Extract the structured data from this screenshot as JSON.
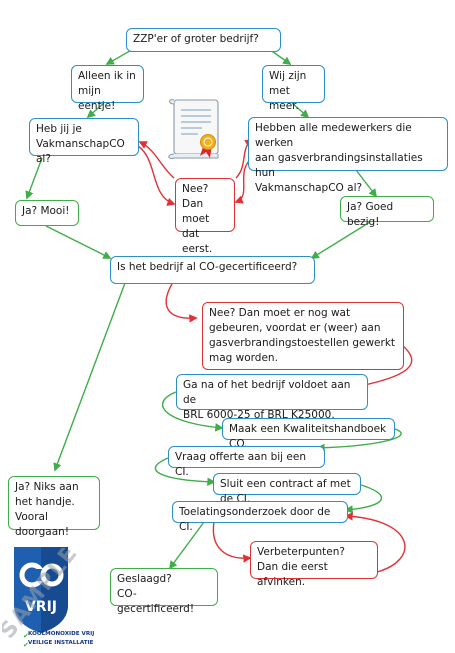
{
  "nodes": {
    "zzp_question": "ZZP'er of groter bedrijf?",
    "alone": "Alleen ik in\nmijn eentje!",
    "more": "Wij zijn\nmet meer.",
    "has_vakmanschap": "Heb jij je\nVakmanschapCO al?",
    "all_employees": "Hebben alle medewerkers die werken\naan gasverbrandingsinstallaties hun\nVakmanschapCO al?",
    "no_first": "Nee?\nDan moet\ndat eerst.",
    "yes_nice": "Ja? Mooi!",
    "yes_good": "Ja? Goed bezig!",
    "certified_question": "Is het bedrijf al CO-gecertificeerd?",
    "no_more_needed": "Nee? Dan moet er nog wat\ngebeuren, voordat er (weer) aan\ngasverbrandingstoestellen gewerkt\nmag worden.",
    "check_brl": "Ga na of het bedrijf voldoet aan de\nBRL 6000-25 of BRL K25000.",
    "handbook": "Maak een Kwaliteitshandboek CO.",
    "quote": "Vraag offerte aan bij een CI.",
    "contract": "Sluit een contract af met de CI.",
    "admission": "Toelatingsonderzoek door de CI.",
    "improvements": "Verbeterpunten?\nDan die eerst afvinken.",
    "passed": "Geslaagd?\nCO-gecertificeerd!",
    "yes_nothing": "Ja? Niks aan\nhet handje.\nVooral doorgaan!"
  },
  "logo": {
    "word": "VRIJ",
    "line1": "KOOLMONOXIDE VRIJ",
    "line2": "VEILIGE INSTALLATIE"
  },
  "watermark": "SAMPLE",
  "colors": {
    "blue": "#2b8fc8",
    "green": "#3fae49",
    "red": "#e03137",
    "navy": "#12358a"
  }
}
